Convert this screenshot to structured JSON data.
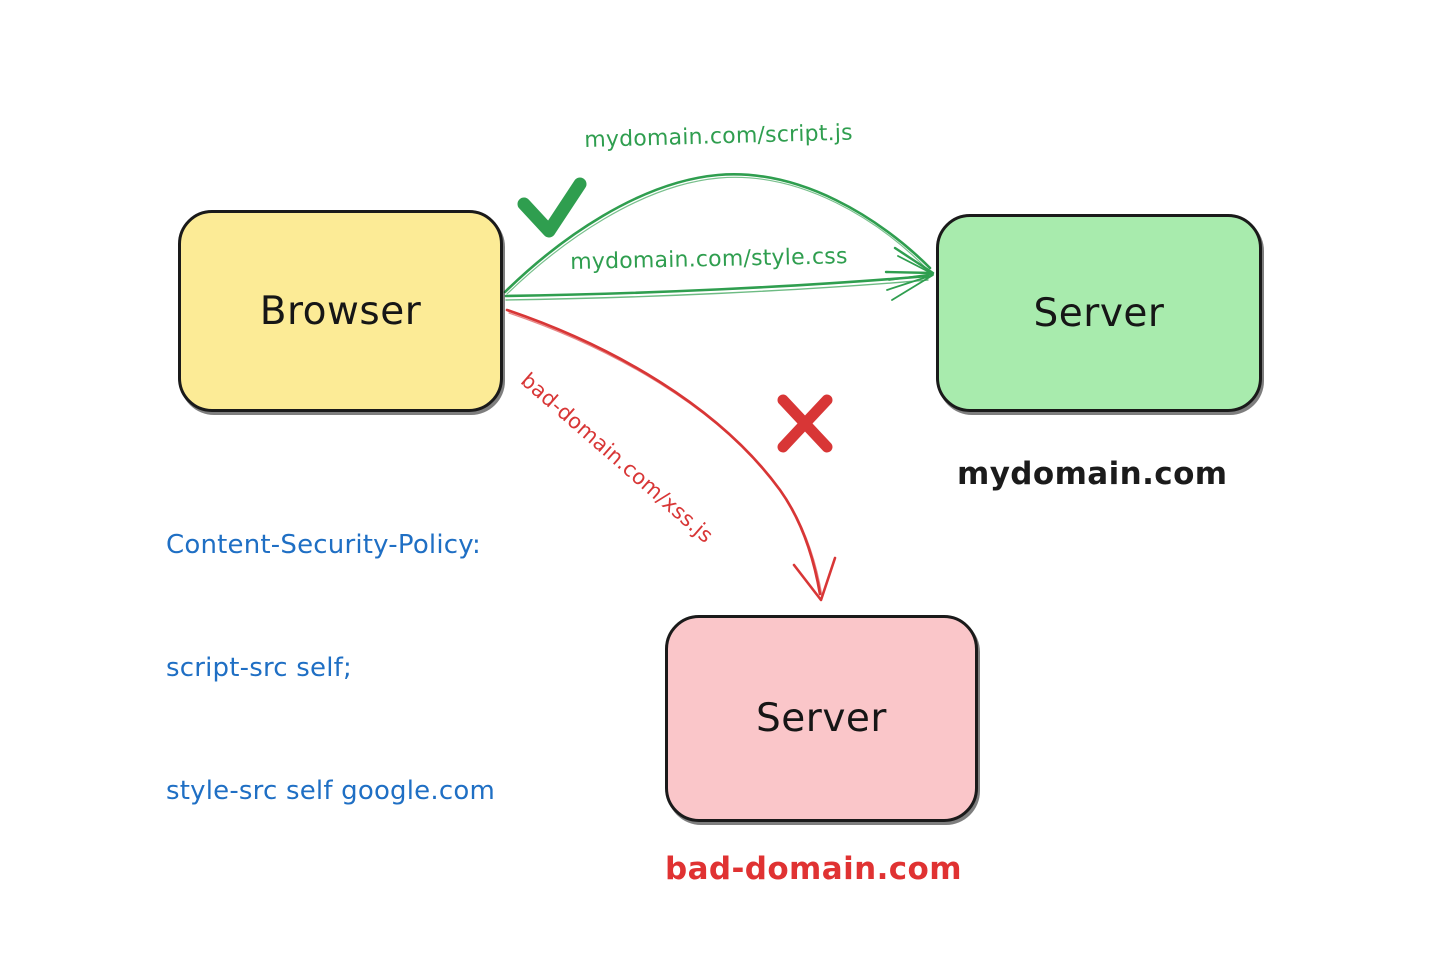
{
  "diagram": {
    "title": "Content Security Policy request flow",
    "background": "#ffffff",
    "colors": {
      "browser_fill": "#fceb96",
      "server_good_fill": "#a8ebad",
      "server_bad_fill": "#fac6c9",
      "stroke": "#1a1a1a",
      "allowed": "#2f9e4f",
      "blocked": "#d83636",
      "policy_text": "#1f6fc4",
      "domain_text": "#1b1b1b"
    }
  },
  "nodes": {
    "browser": {
      "label": "Browser"
    },
    "server_good": {
      "label": "Server",
      "caption": "mydomain.com"
    },
    "server_bad": {
      "label": "Server",
      "caption": "bad-domain.com"
    }
  },
  "policy": {
    "lines": [
      "Content-Security-Policy:",
      "script-src self;",
      "style-src self google.com"
    ],
    "line1": "Content-Security-Policy:",
    "line2": "script-src self;",
    "line3": "style-src self google.com"
  },
  "edges": {
    "script": {
      "label": "mydomain.com/script.js",
      "status": "allowed",
      "marker": "check-mark"
    },
    "style": {
      "label": "mydomain.com/style.css",
      "status": "allowed",
      "marker": "check-mark"
    },
    "xss": {
      "label": "bad-domain.com/xss.js",
      "status": "blocked",
      "marker": "cross-mark"
    }
  },
  "markers": {
    "check": {
      "name": "check-mark",
      "meaning": "allowed"
    },
    "cross": {
      "name": "cross-mark",
      "meaning": "blocked"
    }
  }
}
